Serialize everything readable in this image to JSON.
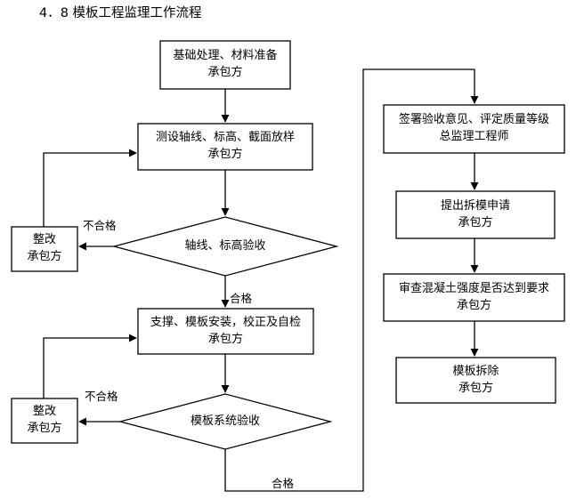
{
  "title": "4．8 模板工程监理工作流程",
  "colors": {
    "stroke": "#000000",
    "fill": "#ffffff",
    "text": "#000000",
    "background": "#ffffff"
  },
  "nodes": {
    "start": {
      "line1": "基础处理、材料准备",
      "line2": "承包方",
      "shape": "rect"
    },
    "survey": {
      "line1": "测设轴线、标高、截面放样",
      "line2": "承包方",
      "shape": "rect"
    },
    "check_axis": {
      "line1": "轴线、标高验收",
      "shape": "diamond"
    },
    "rework_1": {
      "line1": "整改",
      "line2": "承包方",
      "shape": "rect"
    },
    "install": {
      "line1": "支撑、模板安装，校正及自检",
      "line2": "承包方",
      "shape": "rect"
    },
    "check_system": {
      "line1": "模板系统验收",
      "shape": "diamond"
    },
    "rework_2": {
      "line1": "整改",
      "line2": "承包方",
      "shape": "rect"
    },
    "sign_off": {
      "line1": "签署验收意见、评定质量等级",
      "line2": "总监理工程师",
      "shape": "rect"
    },
    "apply_removal": {
      "line1": "提出拆模申请",
      "line2": "承包方",
      "shape": "rect"
    },
    "review_strength": {
      "line1": "审查混凝土强度是否达到要求",
      "line2": "承包方",
      "shape": "rect"
    },
    "removal": {
      "line1": "模板拆除",
      "line2": "承包方",
      "shape": "rect"
    }
  },
  "edge_labels": {
    "fail_1": "不合格",
    "pass_1": "合格",
    "fail_2": "不合格",
    "pass_2": "合格"
  }
}
